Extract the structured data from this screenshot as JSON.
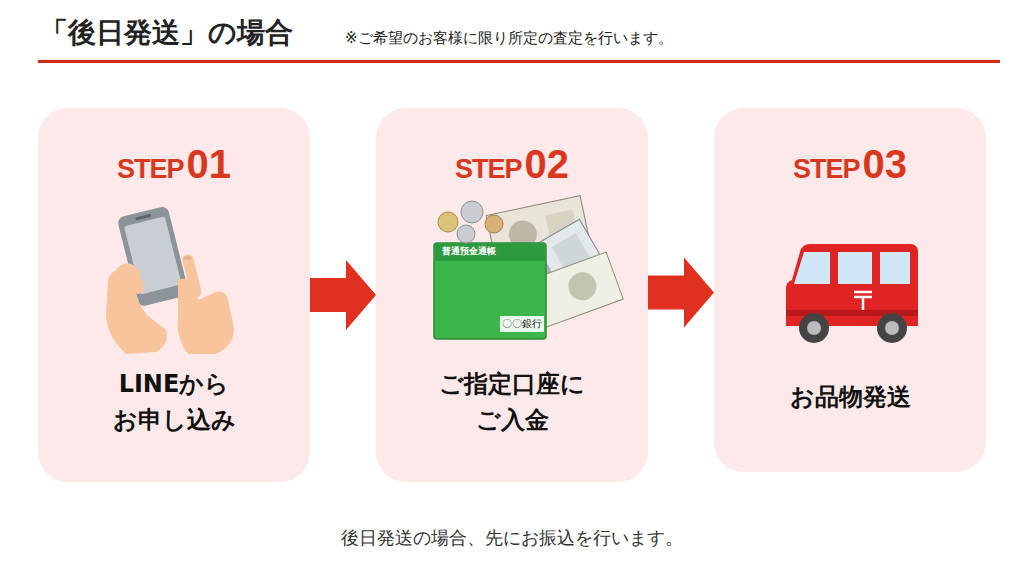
{
  "diagram": {
    "title": "「後日発送」の場合",
    "caption": "後日発送の場合、先にお振込を行います。",
    "nodes": [
      {
        "text": [
          "STEP",
          "01",
          "LINEから お申し込み"
        ]
      },
      {
        "text": [
          "STEP",
          "02",
          "ご指定口座に ご入金"
        ]
      },
      {
        "text": [
          "STEP",
          "03",
          "お品物発送"
        ]
      }
    ],
    "edges": [
      {
        "from": 0,
        "to": 1,
        "arrow": "to"
      },
      {
        "from": 1,
        "to": 2,
        "arrow": "to"
      }
    ],
    "labels": [
      "※ご希望のお客様に限り所定の査定を行います。",
      "普通預金通帳",
      "〇〇銀行"
    ]
  }
}
